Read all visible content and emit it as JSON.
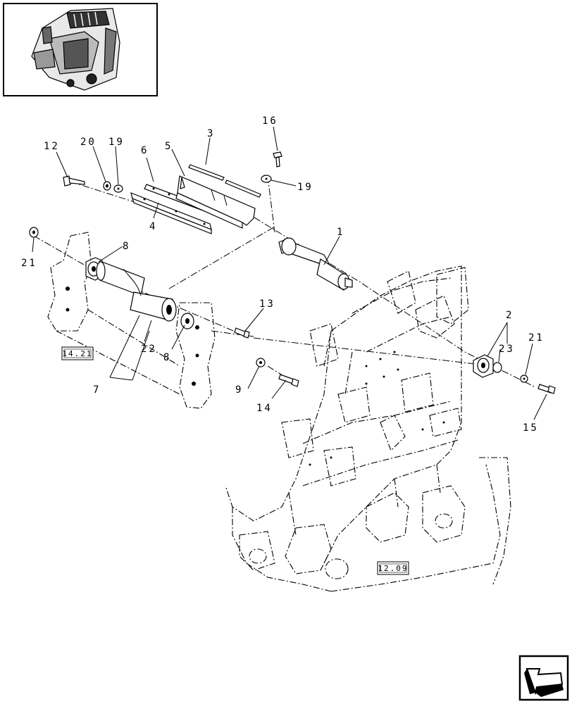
{
  "diagram": {
    "callouts": [
      {
        "id": "c12",
        "text": "12"
      },
      {
        "id": "c20",
        "text": "20"
      },
      {
        "id": "c19a",
        "text": "19"
      },
      {
        "id": "c6",
        "text": "6"
      },
      {
        "id": "c5",
        "text": "5"
      },
      {
        "id": "c3",
        "text": "3"
      },
      {
        "id": "c16",
        "text": "16"
      },
      {
        "id": "c19b",
        "text": "19"
      },
      {
        "id": "c4",
        "text": "4"
      },
      {
        "id": "c1",
        "text": "1"
      },
      {
        "id": "c21a",
        "text": "21"
      },
      {
        "id": "c8a",
        "text": "8"
      },
      {
        "id": "c13",
        "text": "13"
      },
      {
        "id": "c22",
        "text": "22"
      },
      {
        "id": "c8b",
        "text": "8"
      },
      {
        "id": "c7",
        "text": "7"
      },
      {
        "id": "c9",
        "text": "9"
      },
      {
        "id": "c14",
        "text": "14"
      },
      {
        "id": "c2",
        "text": "2"
      },
      {
        "id": "c23",
        "text": "23"
      },
      {
        "id": "c21b",
        "text": "21"
      },
      {
        "id": "c15",
        "text": "15"
      }
    ],
    "references": [
      {
        "id": "r1421",
        "text": "14.21"
      },
      {
        "id": "r1209",
        "text": "12.09"
      }
    ],
    "navigation_icon": "next-page-arrow-icon",
    "thumbnail_icon": "baler-overview-icon"
  }
}
